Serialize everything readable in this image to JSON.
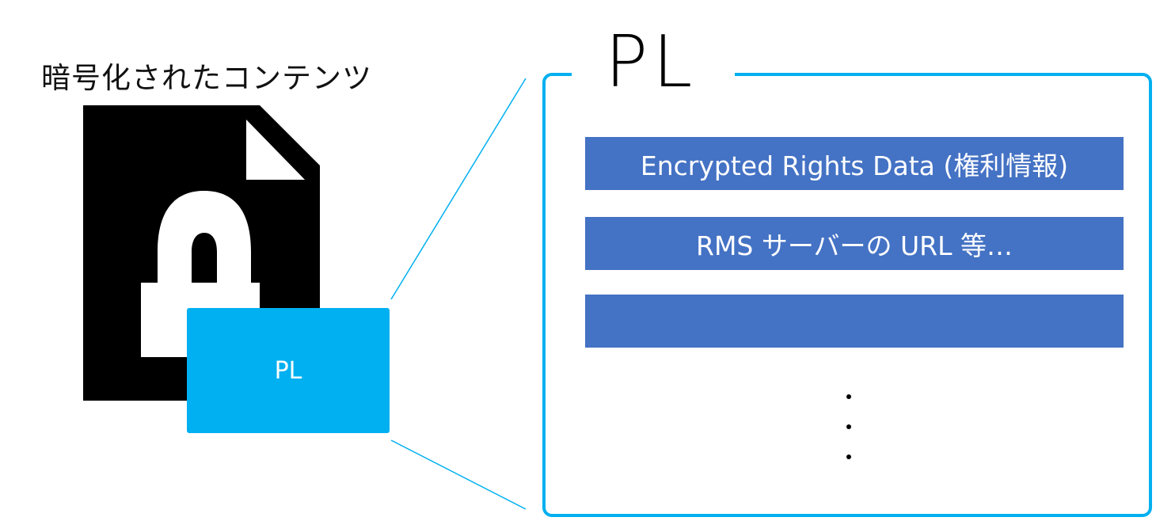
{
  "caption": "暗号化されたコンテンツ",
  "file_icon": {
    "icon": "locked-document-icon",
    "badge_label": "PL"
  },
  "detail": {
    "title": "PL",
    "rows": [
      "Encrypted Rights Data (権利情報)",
      "RMS サーバーの URL 等…",
      ""
    ]
  },
  "colors": {
    "accent": "#00b0f0",
    "row": "#4472c4",
    "document": "#000000"
  }
}
